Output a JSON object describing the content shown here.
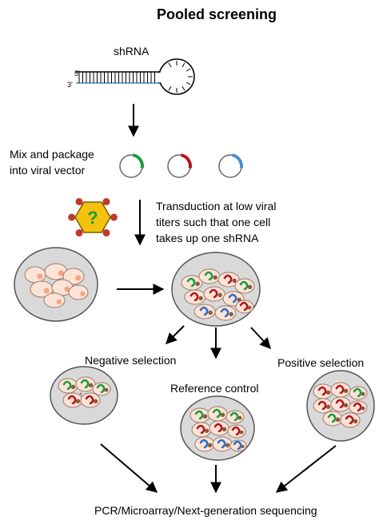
{
  "title": "Pooled screening",
  "shrna": {
    "label": "shRNA",
    "five_prime": "5'",
    "three_prime": "3'"
  },
  "step_mix": {
    "line1": "Mix and package",
    "line2": "into viral vector"
  },
  "plasmid_colors": [
    "#1a9b3c",
    "#b3131b",
    "#4a8fd0"
  ],
  "virus_glyph": "?",
  "transduction": {
    "line1": "Transduction at low viral",
    "line2": "titers such that one cell",
    "line3": "takes up one shRNA"
  },
  "branches": {
    "negative": "Negative selection",
    "reference": "Reference control",
    "positive": "Positive selection"
  },
  "readout": "PCR/Microarray/Next-generation sequencing",
  "colors": {
    "dish": "#d9d9d9",
    "cell_fill": "#fbe3d6",
    "cell_stroke": "#9a7b6e",
    "nucleus": "#f4a582",
    "virus_body": "#f4c20d",
    "virus_knob": "#c0392b",
    "green": "#1a9b3c",
    "red": "#b3131b",
    "blue": "#2a6fc9"
  }
}
